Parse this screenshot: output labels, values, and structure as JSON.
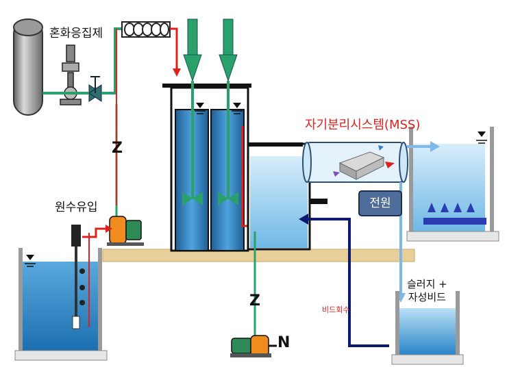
{
  "labels": {
    "coagulant": "혼화응집제",
    "raw_inflow": "원수유입",
    "mss_system": "자기분리시스템(MSS)",
    "power": "전원",
    "sludge_line1": "슬러지 +",
    "sludge_line2": "자성비드",
    "bead_recovery": "비드회수",
    "motor_n": "N",
    "valve_z1": "Z",
    "valve_z2": "Z"
  },
  "colors": {
    "water": "#2f88c8",
    "water_light": "#a9d7f2",
    "pipe_green": "#2aa06a",
    "pipe_red": "#e0201c",
    "return_line": "#0a1a6e",
    "mss_line": "#7fb8e6",
    "floor": "#e8cf9a",
    "pump": "#f08c1e"
  },
  "icons": [
    "tank-icon",
    "dosing-pump-icon",
    "static-mixer-icon",
    "mixer-icon",
    "pump-icon",
    "motor-icon",
    "water-level-icon",
    "magnet-bead-icon"
  ]
}
